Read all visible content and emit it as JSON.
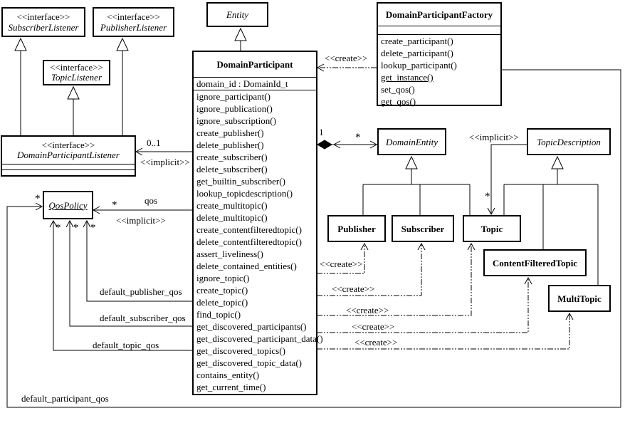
{
  "classes": {
    "subscriber_listener": {
      "stereotype": "<<interface>>",
      "name": "SubscriberListener"
    },
    "publisher_listener": {
      "stereotype": "<<interface>>",
      "name": "PublisherListener"
    },
    "topic_listener": {
      "stereotype": "<<interface>>",
      "name": "TopicListener"
    },
    "domain_participant_listener": {
      "stereotype": "<<interface>>",
      "name": "DomainParticipantListener"
    },
    "entity": {
      "name": "Entity"
    },
    "domain_participant_factory": {
      "name": "DomainParticipantFactory",
      "methods": [
        "create_participant()",
        "delete_participant()",
        "lookup_participant()",
        "get_instance()",
        "set_qos()",
        "get_qos()"
      ]
    },
    "domain_participant": {
      "name": "DomainParticipant",
      "attributes": [
        "domain_id : DomainId_t"
      ],
      "methods": [
        "ignore_participant()",
        "ignore_publication()",
        "ignore_subscription()",
        "create_publisher()",
        "delete_publisher()",
        "create_subscriber()",
        "delete_subscriber()",
        "get_builtin_subscriber()",
        "lookup_topicdescription()",
        "create_multitopic()",
        "delete_multitopic()",
        "create_contentfilteredtopic()",
        "delete_contentfilteredtopic()",
        "assert_liveliness()",
        "delete_contained_entities()",
        "ignore_topic()",
        "create_topic()",
        "delete_topic()",
        "find_topic()",
        "get_discovered_participants()",
        "get_discovered_participant_data()",
        "get_discovered_topics()",
        "get_discovered_topic_data()",
        "contains_entity()",
        "get_current_time()"
      ]
    },
    "qos_policy": {
      "name": "QosPolicy"
    },
    "domain_entity": {
      "name": "DomainEntity"
    },
    "topic_description": {
      "name": "TopicDescription"
    },
    "publisher": {
      "name": "Publisher"
    },
    "subscriber": {
      "name": "Subscriber"
    },
    "topic": {
      "name": "Topic"
    },
    "content_filtered_topic": {
      "name": "ContentFilteredTopic"
    },
    "multi_topic": {
      "name": "MultiTopic"
    }
  },
  "labels": {
    "mult_0_1": "0..1",
    "mult_1": "1",
    "star": "*",
    "implicit": "<<implicit>>",
    "create": "<<create>>",
    "qos": "qos",
    "default_publisher_qos": "default_publisher_qos",
    "default_subscriber_qos": "default_subscriber_qos",
    "default_topic_qos": "default_topic_qos",
    "default_participant_qos": "default_participant_qos"
  },
  "colors": {
    "line": "#000000",
    "background": "#ffffff"
  }
}
